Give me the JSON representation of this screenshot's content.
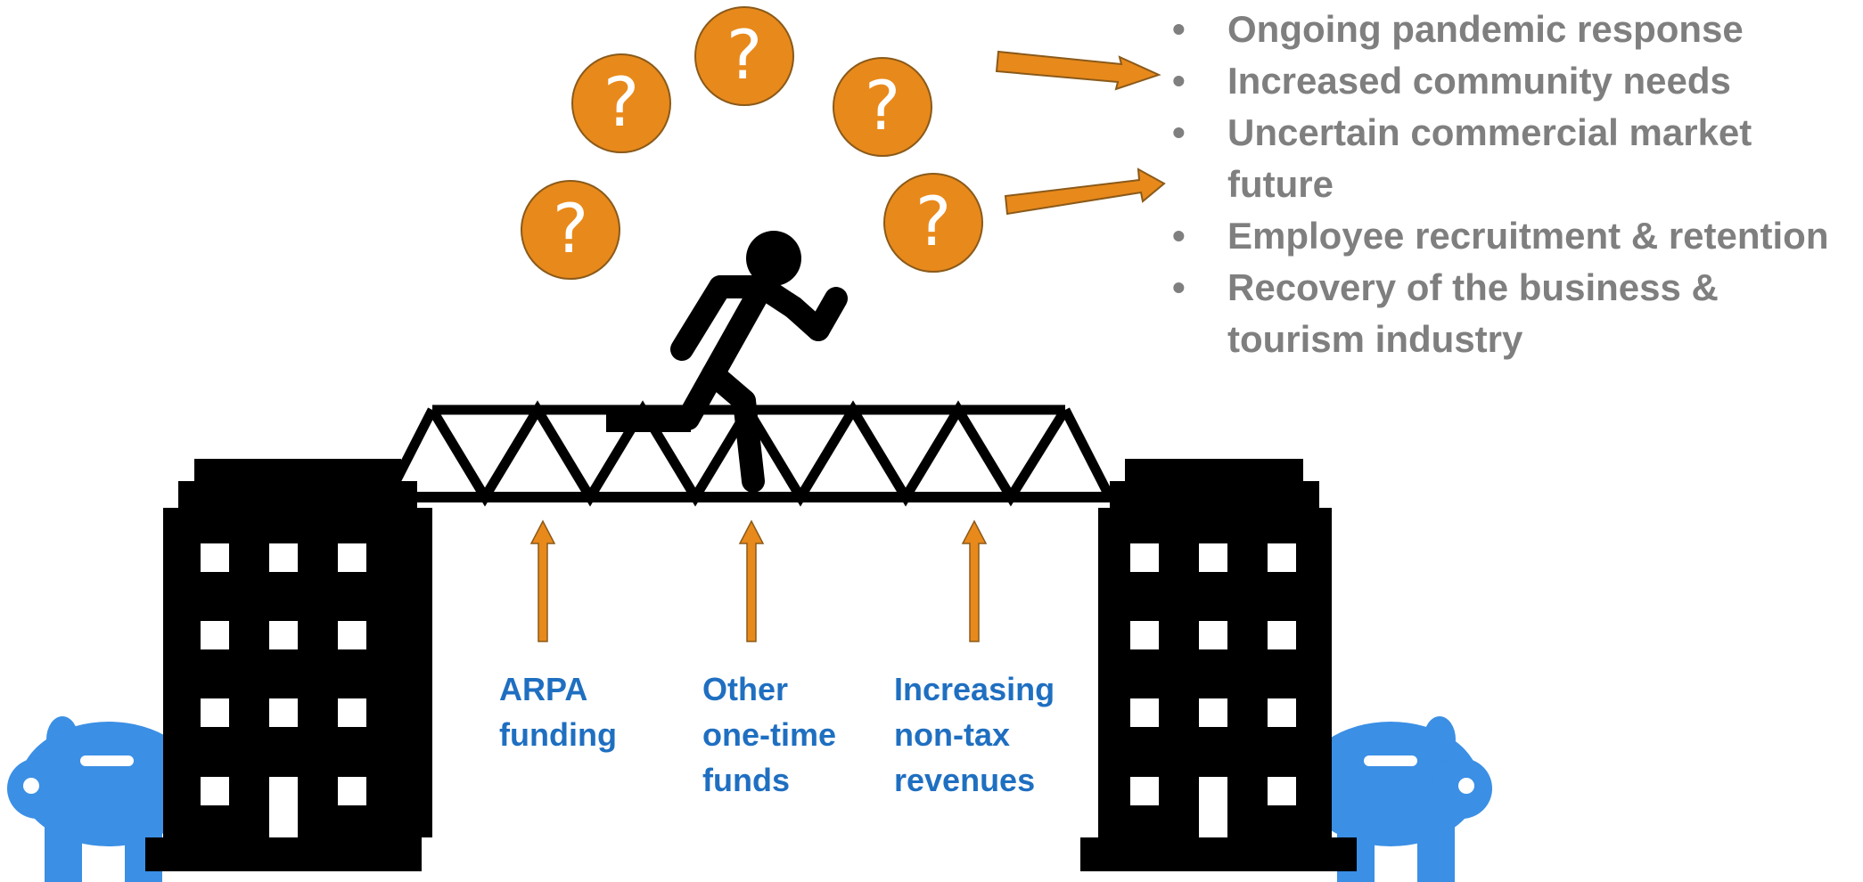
{
  "question_mark": "?",
  "challenges": [
    "Ongoing pandemic response",
    "Increased community needs",
    "Uncertain commercial market future",
    "Employee recruitment & retention",
    "Recovery of the business & tourism industry"
  ],
  "funding_sources": [
    {
      "lines": [
        "ARPA",
        "funding"
      ]
    },
    {
      "lines": [
        "Other",
        "one-time",
        "funds"
      ]
    },
    {
      "lines": [
        "Increasing",
        "non-tax",
        "revenues"
      ]
    }
  ],
  "colors": {
    "orange": "#e8891b",
    "orange_border": "#8a5a1a",
    "blue_text": "#1f6fc1",
    "gray_text": "#7f7f7f",
    "piggy_blue": "#3b8fe5",
    "black": "#000000"
  },
  "icons": [
    "question-mark-icon",
    "running-person-icon",
    "bridge-icon",
    "office-building-icon",
    "piggy-bank-icon",
    "arrow-icon"
  ]
}
